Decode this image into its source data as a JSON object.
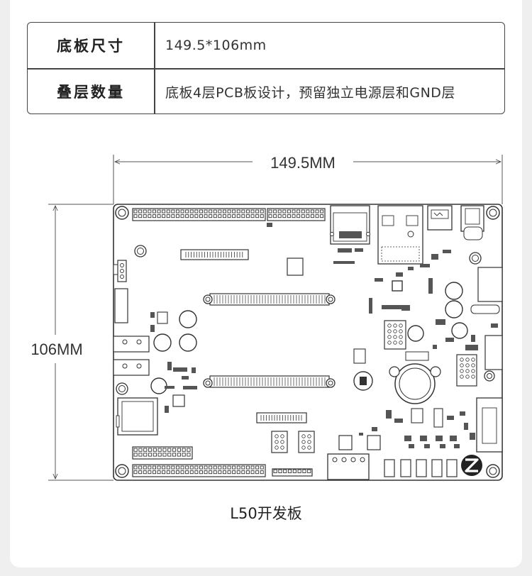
{
  "spec_table": [
    {
      "label": "底板尺寸",
      "value": "149.5*106mm"
    },
    {
      "label": "叠层数量",
      "value": "底板4层PCB板设计，预留独立电源层和GND层"
    }
  ],
  "diagram": {
    "width_label": "149.5MM",
    "height_label": "106MM",
    "caption": "L50开发板",
    "colors": {
      "line": "#333333",
      "fill": "#ffffff",
      "gray": "#888888",
      "dark": "#222222"
    },
    "icons": [
      "logo-icon"
    ]
  }
}
